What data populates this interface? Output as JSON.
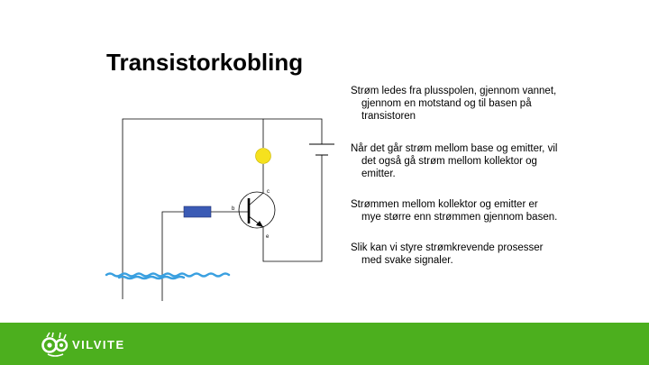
{
  "slide": {
    "title": "Transistorkobling"
  },
  "bullets": [
    "Strøm ledes fra plusspolen, gjennom vannet, gjennom en motstand og til basen på transistoren",
    "Når det går strøm mellom base og emitter, vil det også gå strøm mellom kollektor og emitter.",
    "Strømmen mellom kollektor og emitter er mye større enn strømmen gjennom basen.",
    "Slik kan vi styre strømkrevende prosesser med svake signaler."
  ],
  "circuit": {
    "label_collector": "c",
    "label_base": "b",
    "label_emitter": "e",
    "colors": {
      "lamp": "#f5e11e",
      "resistor": "#3b5bb5",
      "water": "#3aa0e0",
      "wire": "#000000"
    }
  },
  "footer": {
    "brand": "VILVITE",
    "color": "#4caf1e"
  }
}
